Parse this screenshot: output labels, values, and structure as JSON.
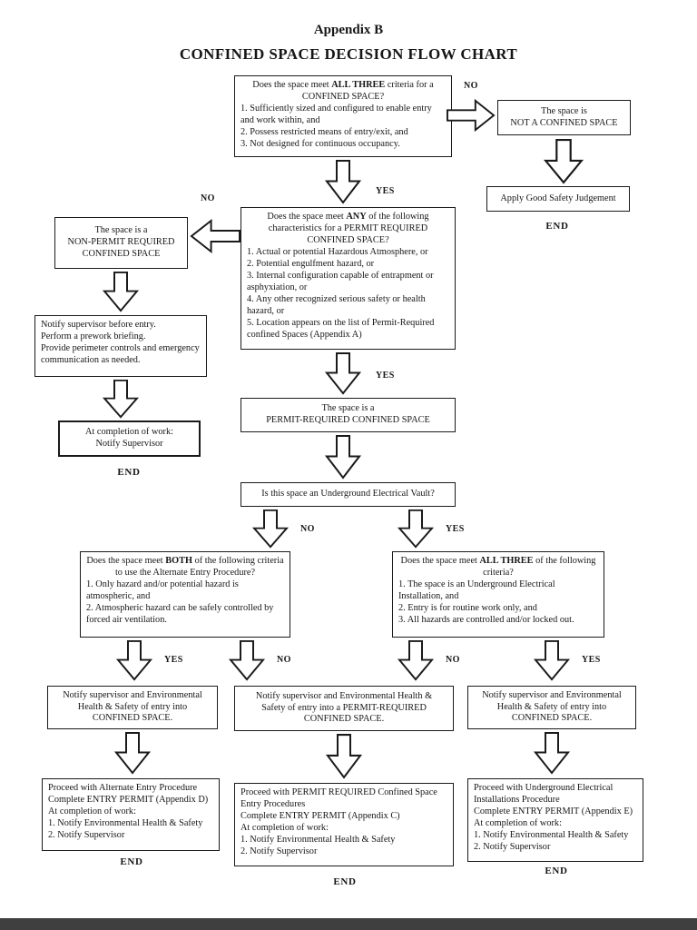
{
  "page": {
    "title_line1": "Appendix B",
    "title_line2": "CONFINED SPACE DECISION FLOW CHART"
  },
  "labels": {
    "no": "NO",
    "yes": "YES",
    "end": "END"
  },
  "nodes": {
    "q_confined": {
      "h1_pre": "Does the space meet ",
      "h1_bold": "ALL THREE",
      "h1_post": " criteria for a",
      "h2": "CONFINED SPACE?",
      "items": [
        "1. Sufficiently sized and configured to enable entry and work within, and",
        "2. Possess restricted means of entry/exit, and",
        "3. Not designed for continuous occupancy."
      ]
    },
    "not_confined": {
      "line1": "The space is",
      "line2": "NOT A CONFINED SPACE"
    },
    "apply_good": {
      "text": "Apply Good Safety Judgement"
    },
    "q_permit": {
      "h1_pre": "Does the space meet ",
      "h1_bold": "ANY",
      "h1_post": " of the following characteristics for a PERMIT REQUIRED CONFINED SPACE?",
      "items": [
        "1. Actual or potential Hazardous Atmosphere, or",
        "2. Potential engulfment hazard, or",
        "3. Internal configuration capable of entrapment or asphyxiation, or",
        "4. Any other recognized serious safety or health hazard, or",
        "5. Location appears on the list of Permit-Required confined Spaces (Appendix A)"
      ]
    },
    "non_permit": {
      "line1": "The space is a",
      "line2": "NON-PERMIT REQUIRED",
      "line3": "CONFINED SPACE"
    },
    "notify_before": {
      "items": [
        "Notify supervisor before entry.",
        "Perform a prework briefing.",
        "Provide perimeter controls and emergency communication as needed."
      ]
    },
    "completion": {
      "line1": "At completion of work:",
      "line2": "Notify Supervisor"
    },
    "permit_required": {
      "line1": "The space is a",
      "line2": "PERMIT-REQUIRED CONFINED SPACE"
    },
    "vault": {
      "text": "Is this space an Underground Electrical Vault?"
    },
    "q_both": {
      "h1_pre": "Does the space meet ",
      "h1_bold": "BOTH",
      "h1_post": " of the following criteria to use the Alternate Entry Procedure?",
      "items": [
        "1. Only hazard and/or potential hazard is atmospheric, and",
        "2. Atmospheric hazard can be safely controlled by forced air ventilation."
      ]
    },
    "q_all_three": {
      "h1_pre": "Does the space meet ",
      "h1_bold": "ALL THREE",
      "h1_post": " of the following criteria?",
      "items": [
        "1. The space is an Underground Electrical Installation, and",
        "2. Entry is for routine work only, and",
        "3. All hazards are controlled and/or locked out."
      ]
    },
    "notify_left": {
      "line1": "Notify supervisor and Environmental",
      "line2": "Health & Safety of entry into",
      "line3": "CONFINED SPACE."
    },
    "notify_mid": {
      "line1": "Notify supervisor and Environmental Health &",
      "line2": "Safety of entry into a PERMIT-REQUIRED",
      "line3": "CONFINED SPACE."
    },
    "notify_right": {
      "line1": "Notify supervisor and Environmental",
      "line2": "Health & Safety of entry into",
      "line3": "CONFINED SPACE."
    },
    "proc_alternate": {
      "items": [
        "Proceed with Alternate Entry Procedure",
        "Complete ENTRY PERMIT (Appendix D)",
        "At completion of work:",
        "1. Notify Environmental Health & Safety",
        "2. Notify Supervisor"
      ]
    },
    "proc_permit": {
      "items": [
        "Proceed with PERMIT REQUIRED Confined Space Entry Procedures",
        "Complete ENTRY PERMIT (Appendix C)",
        "At completion of work:",
        "1. Notify Environmental Health & Safety",
        "2. Notify Supervisor"
      ]
    },
    "proc_underground": {
      "items": [
        "Proceed with Underground Electrical Installations Procedure",
        "Complete ENTRY PERMIT (Appendix E)",
        "At completion of work:",
        "1. Notify Environmental Health & Safety",
        "2. Notify Supervisor"
      ]
    }
  }
}
